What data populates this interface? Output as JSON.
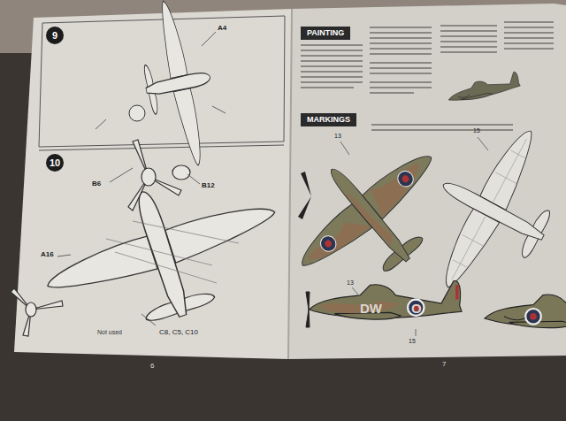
{
  "diagram": {
    "nodes": [
      {
        "text": [
          "9"
        ]
      },
      {
        "text": [
          "10"
        ]
      },
      {
        "text": [
          "PAINTING"
        ]
      },
      {
        "text": [
          "MARKINGS"
        ]
      }
    ],
    "labels": [
      "A4",
      "B12",
      "B6",
      "A16",
      "Not used",
      "C8, C5, C10",
      "6",
      "7",
      "DW",
      "O",
      "13",
      "15",
      "13",
      "15"
    ]
  }
}
